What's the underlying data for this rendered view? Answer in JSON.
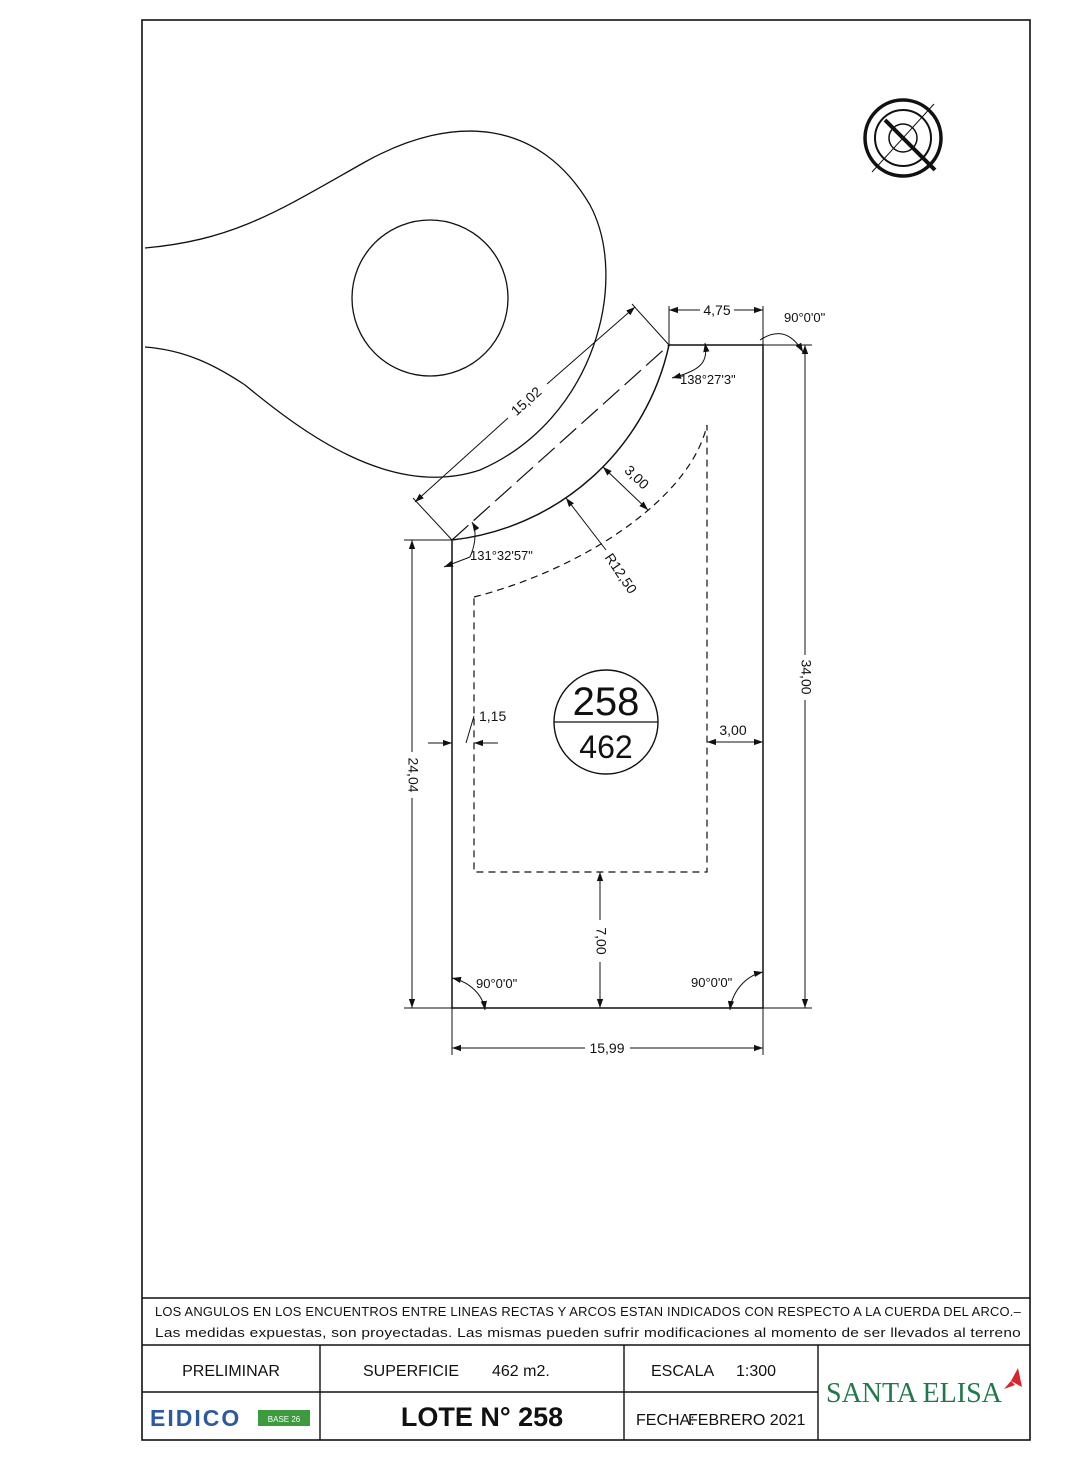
{
  "plan": {
    "dims": {
      "front": "4,75",
      "diagonal": "15,02",
      "right_depth": "34,00",
      "left_depth": "24,04",
      "rear": "15,99",
      "rear_setback": "7,00",
      "front_setback": "3,00",
      "side_setback_right": "3,00",
      "side_setback_left": "1,15",
      "radius": "R12,50"
    },
    "angles": {
      "top_right": "90°0'0\"",
      "arc_top": "138°27'3\"",
      "arc_bottom": "131°32'57\"",
      "bottom_left": "90°0'0\"",
      "bottom_right": "90°0'0\""
    },
    "lot_label": {
      "number": "258",
      "area": "462"
    }
  },
  "notes": {
    "line1": "LOS ANGULOS EN LOS ENCUENTROS ENTRE LINEAS RECTAS Y ARCOS ESTAN INDICADOS CON RESPECTO A LA CUERDA DEL ARCO.–",
    "line2": "Las medidas expuestas, son proyectadas. Las mismas pueden sufrir modificaciones al momento de ser llevados al terreno"
  },
  "title_block": {
    "status": "PRELIMINAR",
    "surface_label": "SUPERFICIE",
    "surface_value": "462 m2.",
    "scale_label": "ESCALA",
    "scale_value": "1:300",
    "lot_title": "LOTE N° 258",
    "date_label": "FECHA:",
    "date_value": "FEBRERO  2021",
    "company_logo": "EIDICO",
    "company_badge": "BASE 26",
    "project_logo": "SANTA ELISA"
  },
  "colors": {
    "eidico_blue": "#2b5aa0",
    "eidico_green": "#3e9a3e",
    "santa_elisa_green": "#1e7a4a",
    "star_red": "#d9232d"
  }
}
